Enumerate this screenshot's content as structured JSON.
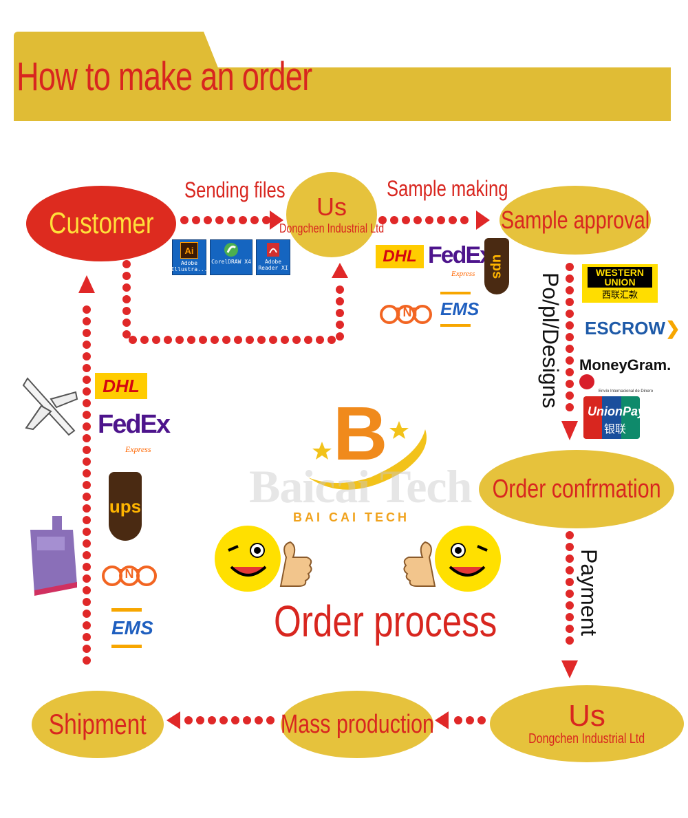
{
  "header": {
    "title": "How to make an order"
  },
  "nodes": {
    "customer": "Customer",
    "us_top": {
      "title": "Us",
      "subtitle": "Dongchen Industrial Ltd"
    },
    "sample_approval": "Sample approval",
    "order_confirmation": "Order confrmation",
    "us_bottom": {
      "title": "Us",
      "subtitle": "Dongchen Industrial Ltd"
    },
    "mass_production": "Mass production",
    "shipment": "Shipment"
  },
  "flows": {
    "sending_files": "Sending files",
    "sample_making": "Sample making",
    "po_designs": "Po/pl/Designs",
    "payment": "Payment"
  },
  "apps": [
    {
      "icon": "Ai",
      "caption": "Adobe Illustra..."
    },
    {
      "icon": "",
      "caption": "CorelDRAW X4"
    },
    {
      "icon": "",
      "caption": "Adobe Reader XI"
    }
  ],
  "couriers": {
    "dhl": "DHL",
    "fedex": "FedEx",
    "fedex_sub": "Express",
    "ups": "ups",
    "tnt": "TNT",
    "ems": "EMS"
  },
  "payments": {
    "western_union": "WESTERN UNION",
    "western_union_cn": "西联汇款",
    "escrow": "ESCROW",
    "moneygram": "MoneyGram.",
    "moneygram_sub": "Envío Internacional de Dinero",
    "unionpay": "UnionPay",
    "unionpay_cn": "银联"
  },
  "brand": {
    "letter": "B",
    "watermark": "Baicai Tech",
    "name": "BAI CAI TECH"
  },
  "center_caption": "Order process",
  "colors": {
    "gold": "#e6c23c",
    "red": "#dd2b1f",
    "text_red": "#d8261f"
  }
}
